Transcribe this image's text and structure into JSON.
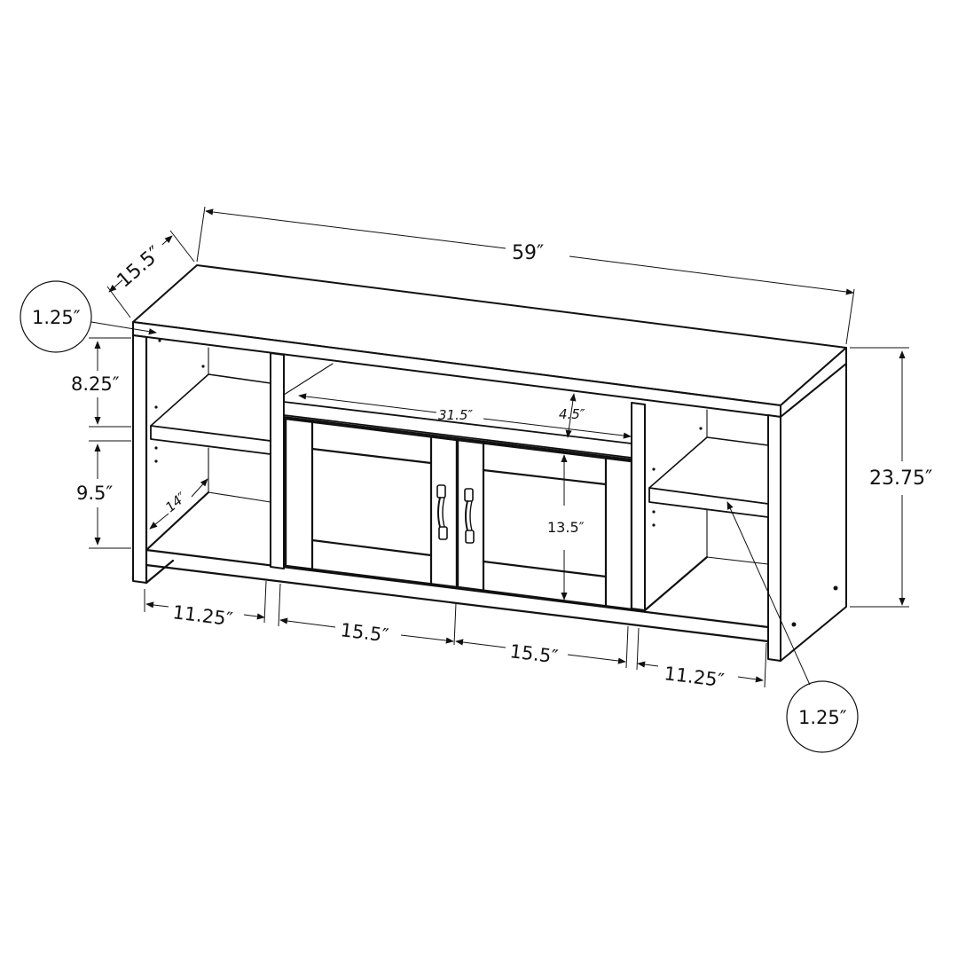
{
  "diagram": {
    "subject": "TV stand with two doors and four open shelf compartments",
    "colors": {
      "line": "#111111",
      "background": "#ffffff"
    },
    "dimensions": {
      "overall_width": "59″",
      "overall_depth": "15.5″",
      "overall_height": "23.75″",
      "top_thickness_callout": "1.25″",
      "side_thickness_callout": "1.25″",
      "upper_shelf_height": "8.25″",
      "lower_shelf_height": "9.5″",
      "shelf_depth": "14″",
      "open_shelf_width": "31.5″",
      "open_shelf_height": "4.5″",
      "door_opening_height": "13.5″",
      "bottom_left_compartment": "11.25″",
      "bottom_left_door": "15.5″",
      "bottom_right_door": "15.5″",
      "bottom_right_compartment": "11.25″"
    }
  }
}
